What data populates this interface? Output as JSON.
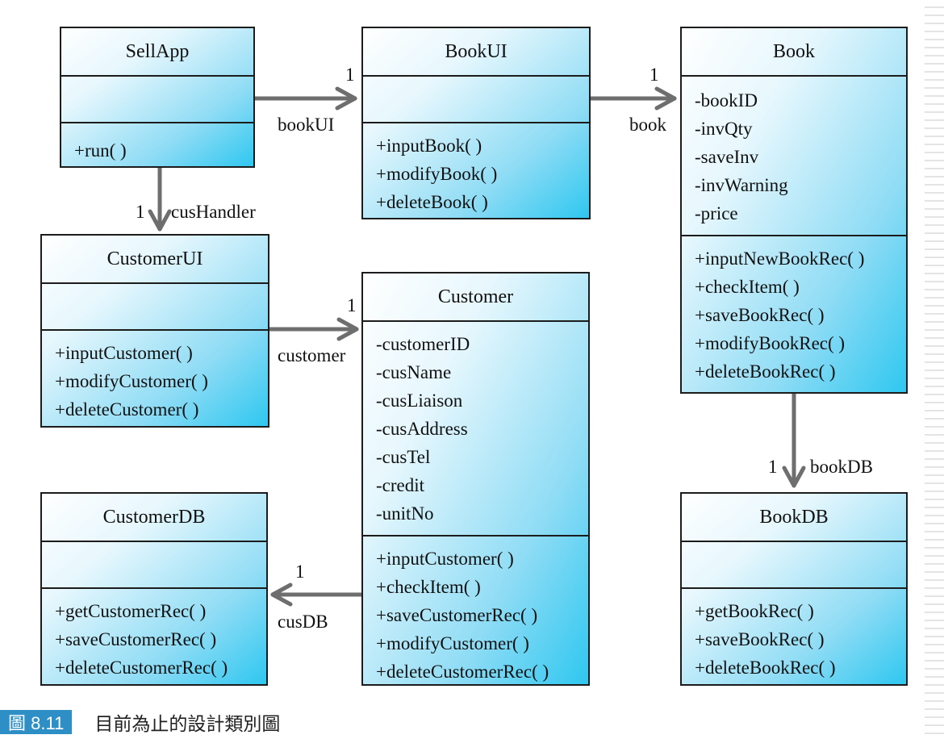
{
  "classes": {
    "sellapp": {
      "name": "SellApp",
      "attributes": [],
      "methods": [
        "+run( )"
      ]
    },
    "bookui": {
      "name": "BookUI",
      "attributes": [],
      "methods": [
        "+inputBook( )",
        "+modifyBook( )",
        "+deleteBook( )"
      ]
    },
    "book": {
      "name": "Book",
      "attributes": [
        "-bookID",
        "-invQty",
        "-saveInv",
        "-invWarning",
        "-price"
      ],
      "methods": [
        "+inputNewBookRec( )",
        "+checkItem( )",
        "+saveBookRec( )",
        "+modifyBookRec( )",
        "+deleteBookRec( )"
      ]
    },
    "customerui": {
      "name": "CustomerUI",
      "attributes": [],
      "methods": [
        "+inputCustomer( )",
        "+modifyCustomer( )",
        "+deleteCustomer( )"
      ]
    },
    "customer": {
      "name": "Customer",
      "attributes": [
        "-customerID",
        "-cusName",
        "-cusLiaison",
        "-cusAddress",
        "-cusTel",
        "-credit",
        "-unitNo"
      ],
      "methods": [
        "+inputCustomer( )",
        "+checkItem( )",
        "+saveCustomerRec( )",
        "+modifyCustomer( )",
        "+deleteCustomerRec( )"
      ]
    },
    "customerdb": {
      "name": "CustomerDB",
      "attributes": [],
      "methods": [
        "+getCustomerRec( )",
        "+saveCustomerRec( )",
        "+deleteCustomerRec( )"
      ]
    },
    "bookdb": {
      "name": "BookDB",
      "attributes": [],
      "methods": [
        "+getBookRec( )",
        "+saveBookRec( )",
        "+deleteBookRec( )"
      ]
    }
  },
  "associations": {
    "sellapp_bookui": {
      "role": "bookUI",
      "multiplicity": "1"
    },
    "bookui_book": {
      "role": "book",
      "multiplicity": "1"
    },
    "sellapp_customerui": {
      "role": "cusHandler",
      "multiplicity": "1"
    },
    "customerui_customer": {
      "role": "customer",
      "multiplicity": "1"
    },
    "customer_customerdb": {
      "role": "cusDB",
      "multiplicity": "1"
    },
    "book_bookdb": {
      "role": "bookDB",
      "multiplicity": "1"
    }
  },
  "caption": {
    "figure_number": "圖 8.11",
    "title": "目前為止的設計類別圖"
  },
  "colors": {
    "box_gradient_light": "#ffffff",
    "box_gradient_dark": "#2fc7f0",
    "arrow": "#6e6e6e",
    "caption_badge": "#2e8fc6"
  }
}
